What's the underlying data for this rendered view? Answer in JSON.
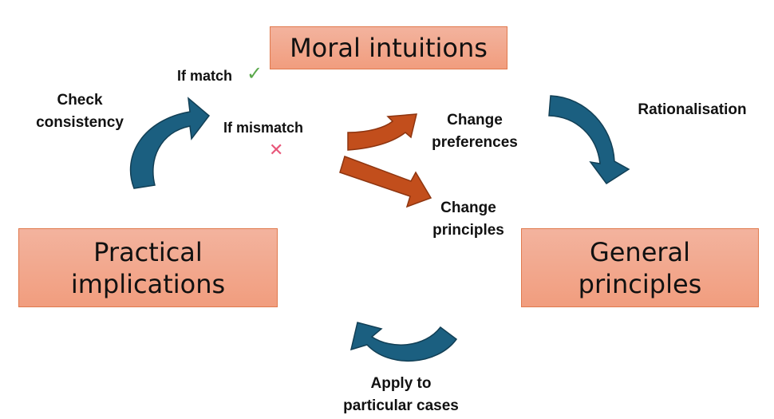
{
  "boxes": {
    "moral_intuitions": "Moral intuitions",
    "practical_implications_line1": "Practical",
    "practical_implications_line2": "implications",
    "general_principles_line1": "General",
    "general_principles_line2": "principles"
  },
  "labels": {
    "check_consistency_line1": "Check",
    "check_consistency_line2": "consistency",
    "rationalisation": "Rationalisation",
    "apply_line1": "Apply to",
    "apply_line2": "particular cases",
    "if_match": "If match",
    "if_mismatch": "If mismatch",
    "change_preferences_line1": "Change",
    "change_preferences_line2": "preferences",
    "change_principles_line1": "Change",
    "change_principles_line2": "principles"
  },
  "icons": {
    "match": "check-icon",
    "mismatch": "cross-icon"
  },
  "colors": {
    "box_fill": "#f19d7e",
    "box_border": "#e07a4e",
    "cycle_arrow": "#1b5f80",
    "decision_arrow": "#c24e1c",
    "check": "#5aa84b",
    "cross": "#e8577a"
  }
}
